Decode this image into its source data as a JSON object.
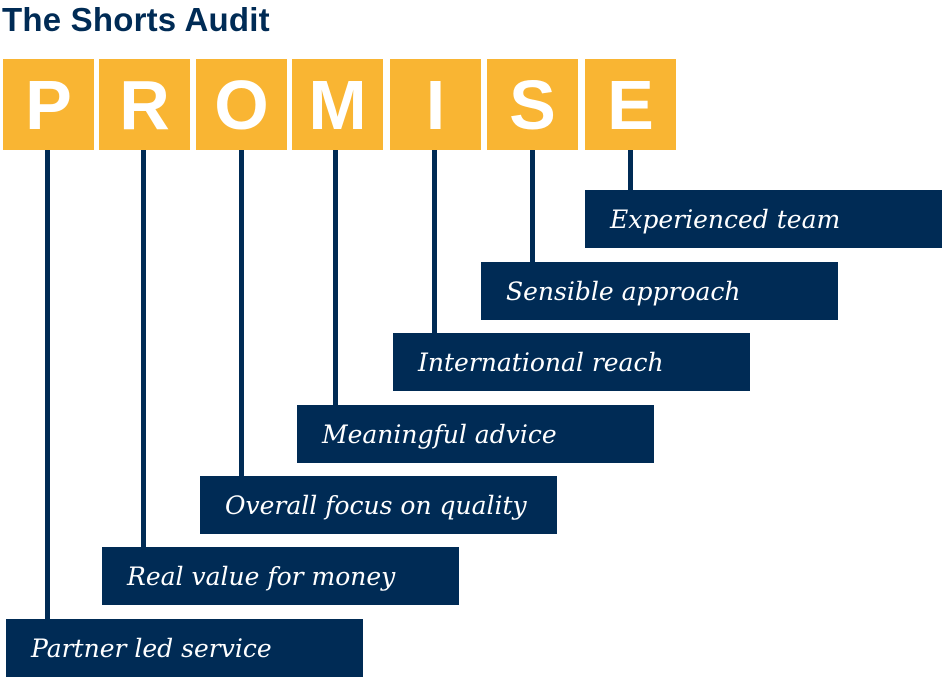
{
  "title": "The Shorts Audit",
  "letters": [
    "P",
    "R",
    "O",
    "M",
    "I",
    "S",
    "E"
  ],
  "labels": [
    "Partner led service",
    "Real value for money",
    "Overall focus on quality",
    "Meaningful advice",
    "International reach",
    "Sensible approach",
    "Experienced team"
  ],
  "colors": {
    "accent": "#f9b533",
    "navy": "#002b55"
  }
}
